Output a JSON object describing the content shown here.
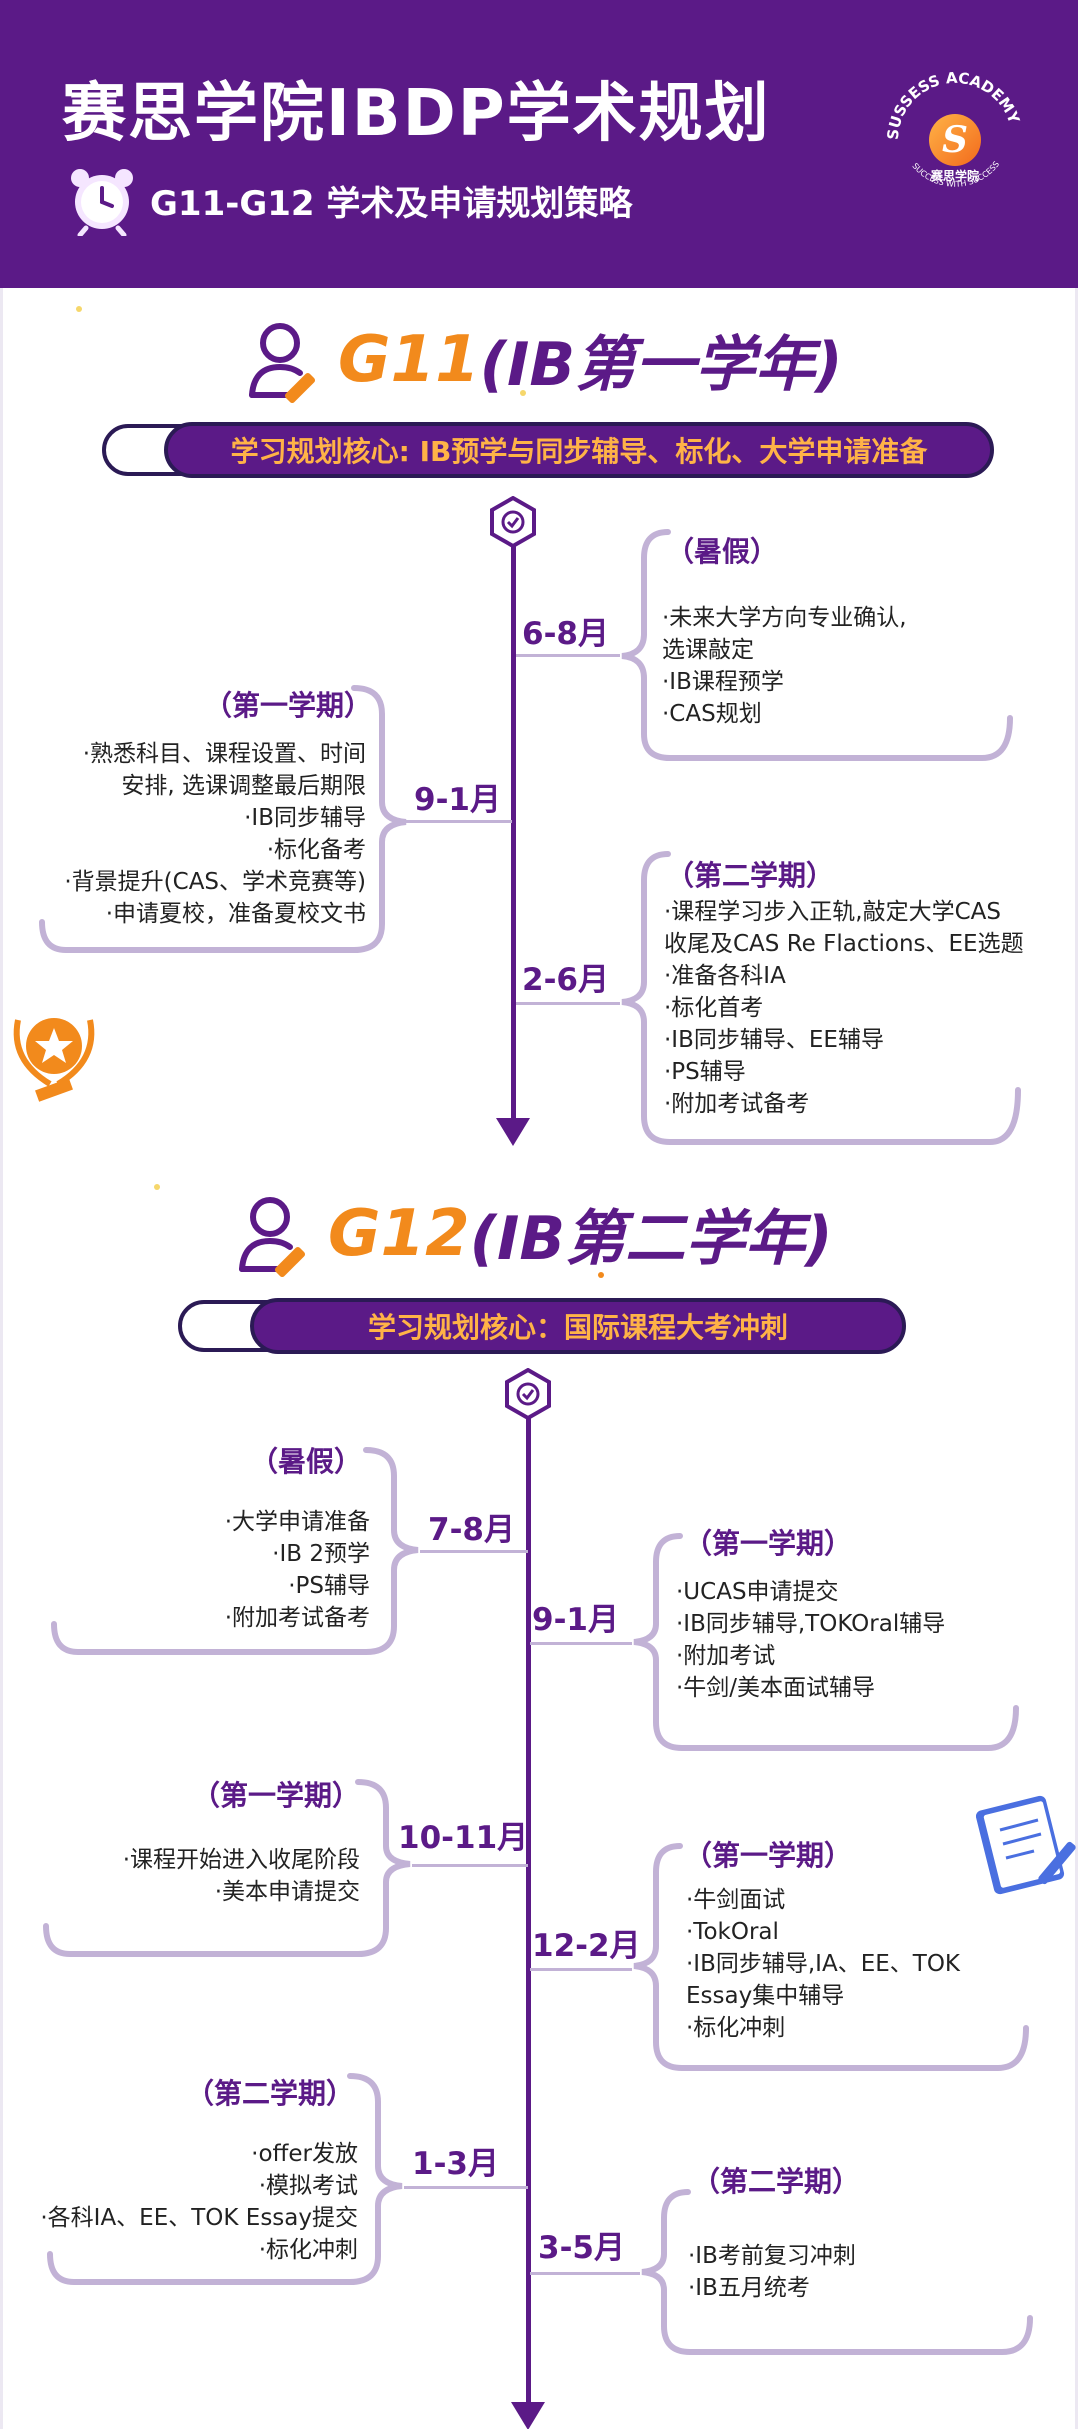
{
  "header": {
    "title": "赛思学院IBDP学术规划",
    "subtitle": "G11-G12 学术及申请规划策略",
    "logo_text_top": "SUSSESS ACADEMY",
    "logo_text_cn": "赛思学院",
    "logo_text_bottom": "SUCCESS WITH SUCCESS"
  },
  "colors": {
    "primary": "#5b1a87",
    "accent": "#f28a1c",
    "core_text": "#ffb347",
    "bracket": "#c2b2d6"
  },
  "g11": {
    "code": "G11",
    "name": "(IB第一学年)",
    "core": "学习规划核心: IB预学与同步辅导、标化、大学申请准备",
    "periods": [
      {
        "month": "6-8月",
        "title": "（暑假）",
        "items": [
          "·未来大学方向专业确认,",
          "选课敲定",
          "·IB课程预学",
          "·CAS规划"
        ]
      },
      {
        "month": "9-1月",
        "title": "（第一学期）",
        "items": [
          "·熟悉科目、课程设置、时间",
          "安排, 选课调整最后期限",
          "·IB同步辅导",
          "·标化备考",
          "·背景提升(CAS、学术竞赛等)",
          "·申请夏校，准备夏校文书"
        ]
      },
      {
        "month": "2-6月",
        "title": "（第二学期）",
        "items": [
          "·课程学习步入正轨,敲定大学CAS",
          "收尾及CAS Re Flactions、EE选题",
          "·准备各科IA",
          "·标化首考",
          "·IB同步辅导、EE辅导",
          "·PS辅导",
          "·附加考试备考"
        ]
      }
    ]
  },
  "g12": {
    "code": "G12",
    "name": "(IB第二学年)",
    "core": "学习规划核心：国际课程大考冲刺",
    "periods": [
      {
        "month": "7-8月",
        "title": "（暑假）",
        "items": [
          "·大学申请准备",
          "·IB 2预学",
          "·PS辅导",
          "·附加考试备考"
        ]
      },
      {
        "month": "9-1月",
        "title": "（第一学期）",
        "items": [
          "·UCAS申请提交",
          "·IB同步辅导,TOKOral辅导",
          "·附加考试",
          "·牛剑/美本面试辅导"
        ]
      },
      {
        "month": "10-11月",
        "title": "（第一学期）",
        "items": [
          "·课程开始进入收尾阶段",
          "·美本申请提交"
        ]
      },
      {
        "month": "12-2月",
        "title": "（第一学期）",
        "items": [
          "·牛剑面试",
          "·TokOral",
          "·IB同步辅导,IA、EE、TOK",
          "Essay集中辅导",
          "·标化冲刺"
        ]
      },
      {
        "month": "1-3月",
        "title": "（第二学期）",
        "items": [
          "·offer发放",
          "·模拟考试",
          "·各科IA、EE、TOK Essay提交",
          "·标化冲刺"
        ]
      },
      {
        "month": "3-5月",
        "title": "（第二学期）",
        "items": [
          "·IB考前复习冲刺",
          "·IB五月统考"
        ]
      }
    ]
  },
  "icons": [
    "alarm-clock-icon",
    "academy-logo-icon",
    "person-pencil-icon",
    "check-badge-icon",
    "trophy-icon",
    "notepad-icon"
  ]
}
